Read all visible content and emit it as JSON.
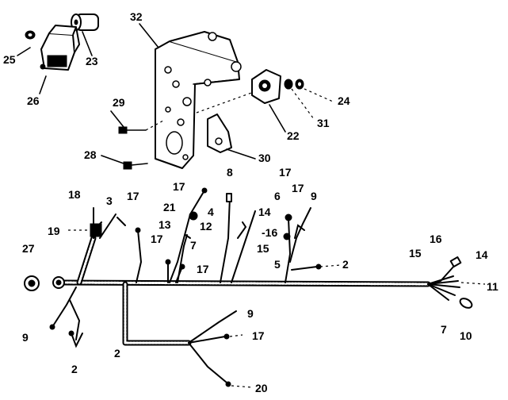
{
  "diagram": {
    "callouts": {
      "n32": "32",
      "n25": "25",
      "n23": "23",
      "n26": "26",
      "n29": "29",
      "n24": "24",
      "n31": "31",
      "n22": "22",
      "n28": "28",
      "n30": "30",
      "n8": "8",
      "n17a": "17",
      "n17b": "17",
      "n18": "18",
      "n3": "3",
      "n17c": "17",
      "n17d": "17",
      "n9a": "9",
      "n6": "6",
      "n21": "21",
      "n4": "4",
      "n14a": "14",
      "n13": "13",
      "n12": "12",
      "n16a": "-16",
      "n19": "19",
      "n27": "27",
      "n17e": "17",
      "n7a": "7",
      "n15a": "15",
      "n16b": "16",
      "n14b": "14",
      "n17f": "17",
      "n5": "5",
      "n2a": "2",
      "n15b": "15",
      "n11": "11",
      "n9b": "9",
      "n9c": "9",
      "n17g": "17",
      "n7b": "7",
      "n10": "10",
      "n2b": "2",
      "n2c": "2",
      "n20": "20"
    }
  }
}
